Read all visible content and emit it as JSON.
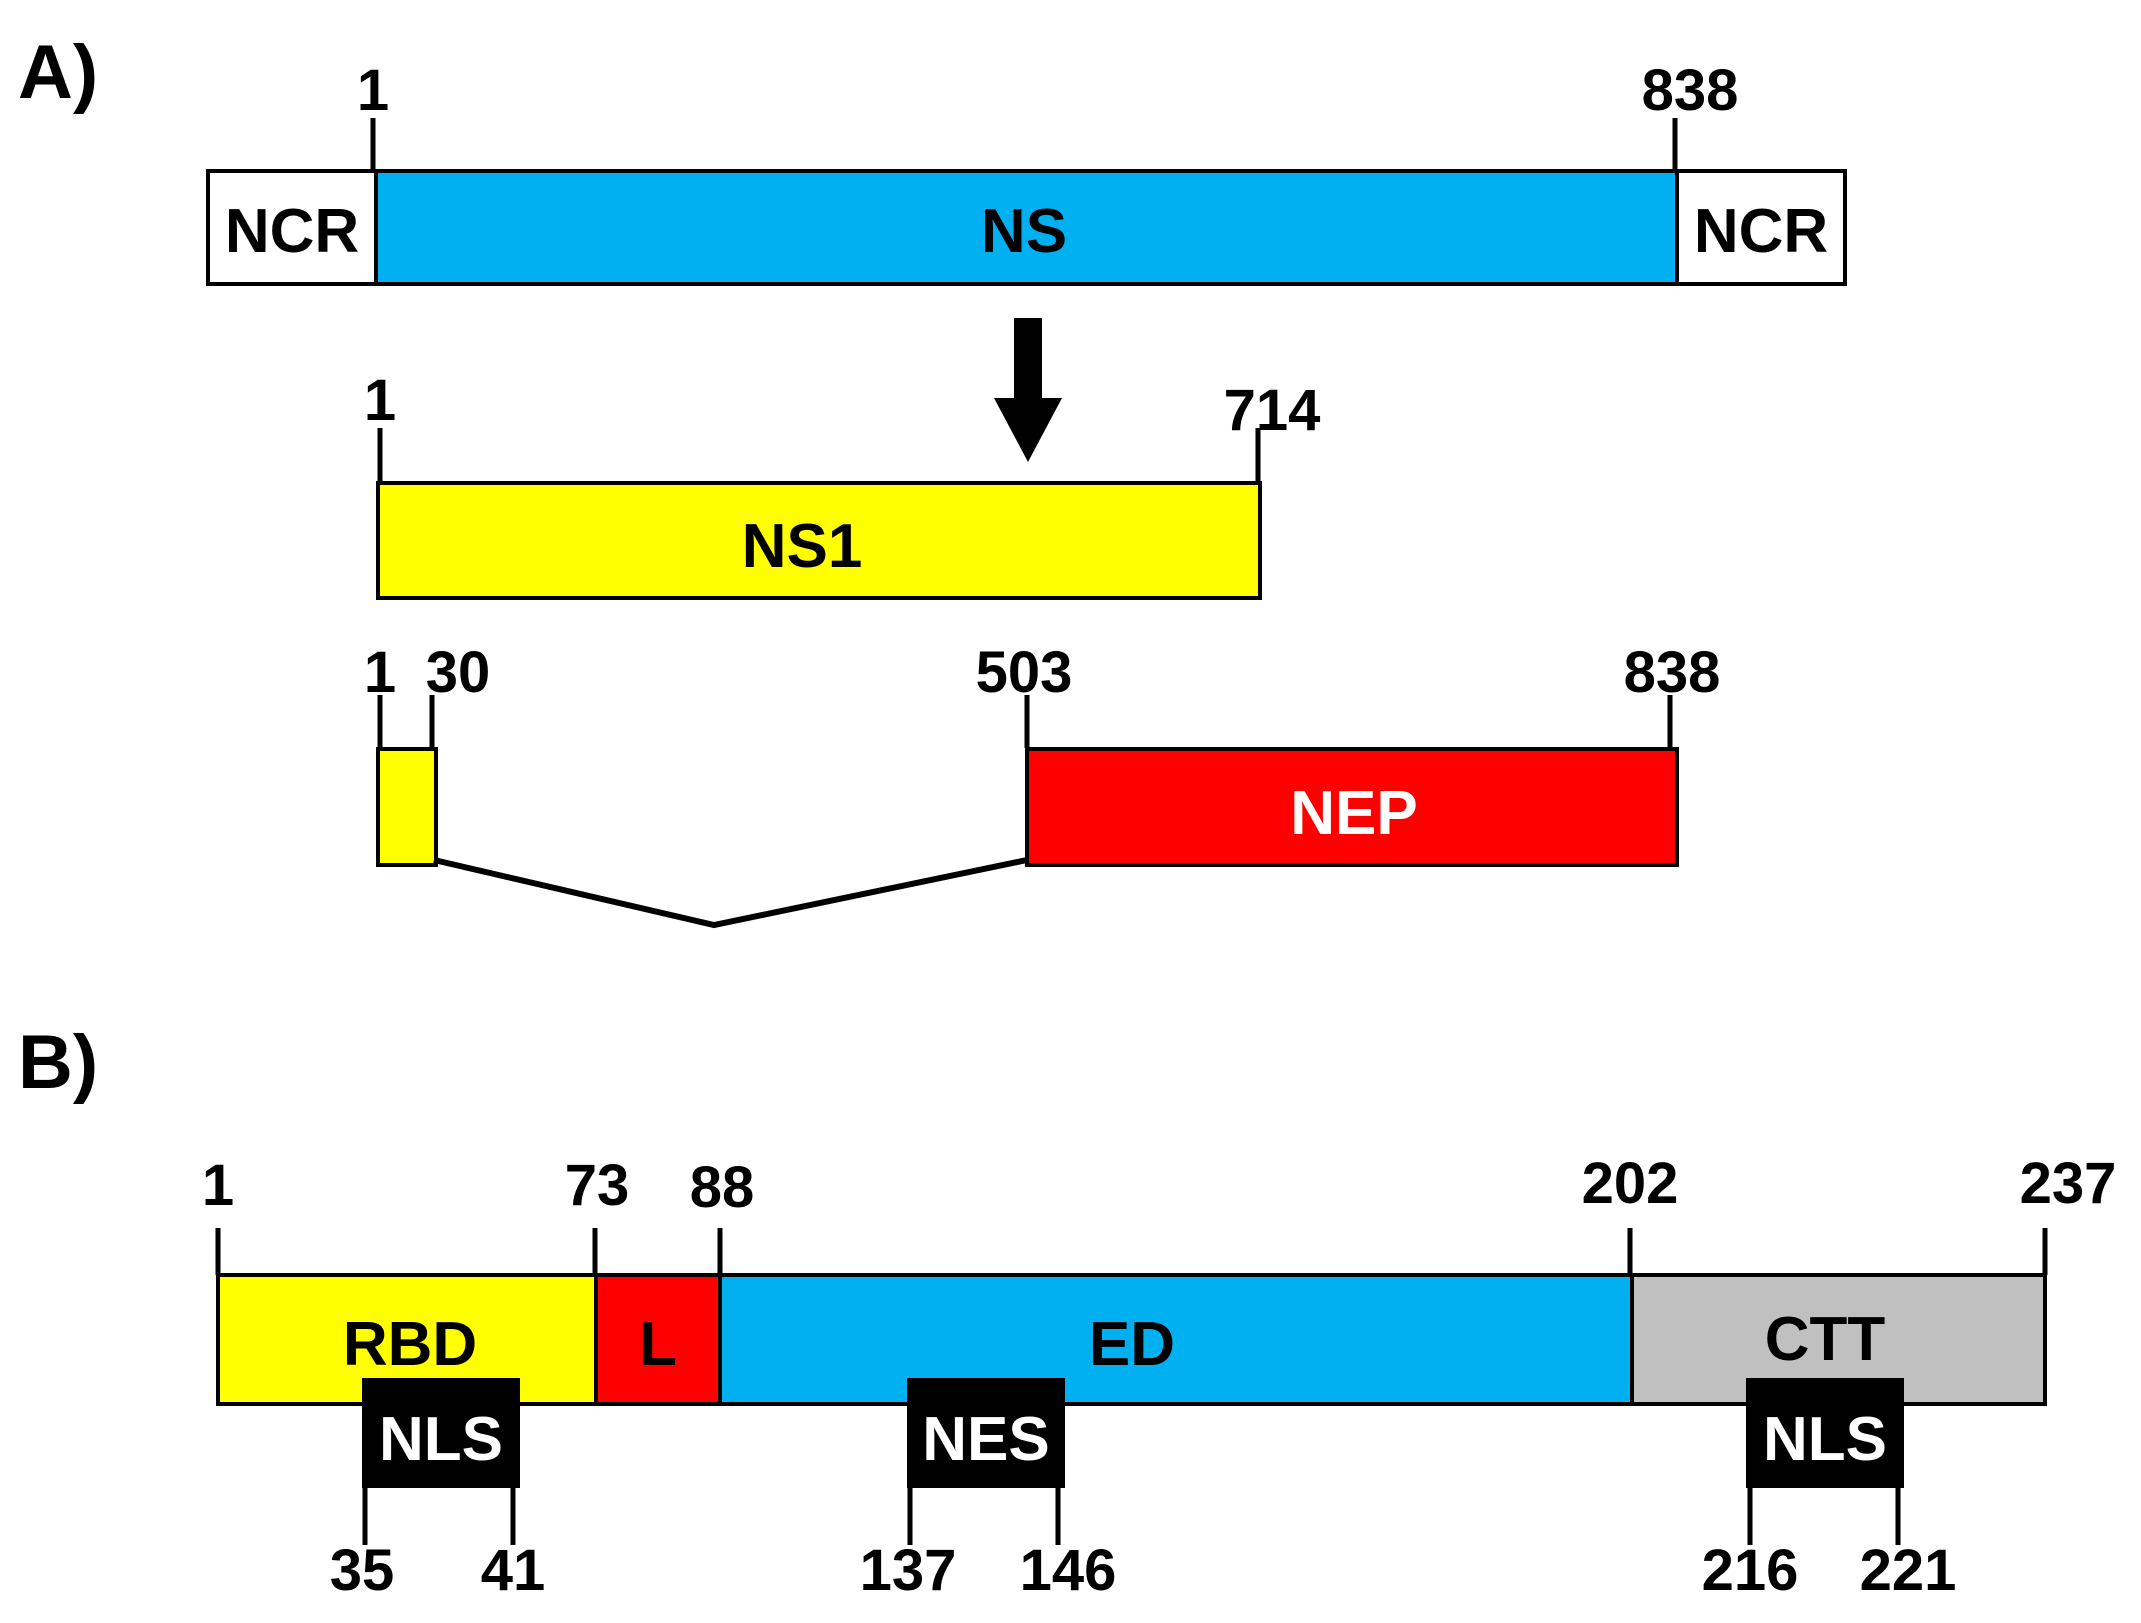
{
  "panel_a": {
    "label": "A)",
    "ns_gene": {
      "ticks": {
        "start": "1",
        "end": "838"
      },
      "segments": [
        {
          "label": "NCR",
          "color": "#ffffff",
          "text_color": "#000000"
        },
        {
          "label": "NS",
          "color": "#00b0f0",
          "text_color": "#000000"
        },
        {
          "label": "NCR",
          "color": "#ffffff",
          "text_color": "#000000"
        }
      ]
    },
    "arrow": "down-arrow",
    "ns1": {
      "label": "NS1",
      "color": "#ffff00",
      "ticks": {
        "start": "1",
        "end": "714"
      }
    },
    "nep": {
      "label": "NEP",
      "color": "#ff0000",
      "text_color": "#ffffff",
      "exon1_ticks": {
        "start": "1",
        "end": "30"
      },
      "exon2_ticks": {
        "start": "503",
        "end": "838"
      },
      "exon1_color": "#ffff00"
    }
  },
  "panel_b": {
    "label": "B)",
    "domains": [
      {
        "label": "RBD",
        "color": "#ffff00",
        "text_color": "#000000"
      },
      {
        "label": "L",
        "color": "#ff0000",
        "text_color": "#000000"
      },
      {
        "label": "ED",
        "color": "#00b0f0",
        "text_color": "#000000"
      },
      {
        "label": "CTT",
        "color": "#c0c0c0",
        "text_color": "#000000"
      }
    ],
    "top_ticks": [
      "1",
      "73",
      "88",
      "202",
      "237"
    ],
    "signals": [
      {
        "label": "NLS",
        "start": "35",
        "end": "41"
      },
      {
        "label": "NES",
        "start": "137",
        "end": "146"
      },
      {
        "label": "NLS",
        "start": "216",
        "end": "221"
      }
    ]
  }
}
